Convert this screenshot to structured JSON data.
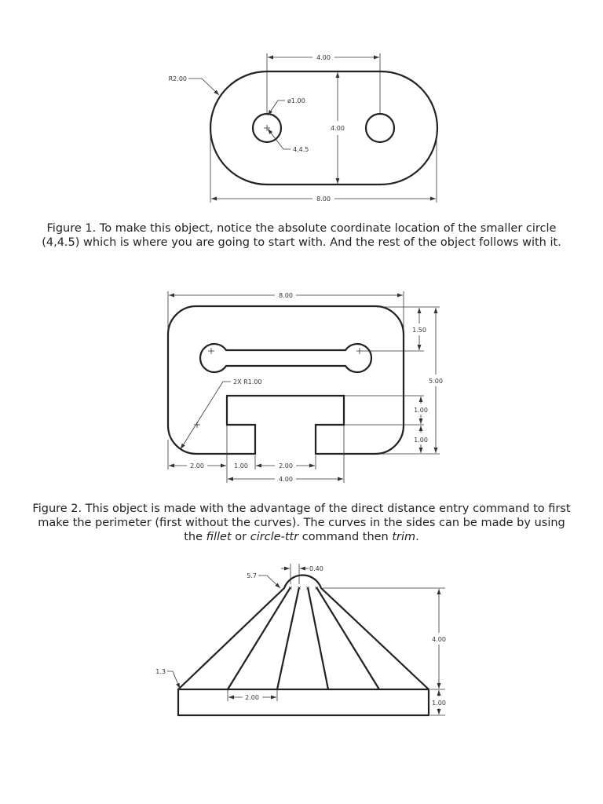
{
  "figure1": {
    "dims": {
      "top_width": "4.00",
      "radius": "R2.00",
      "hole_diameter": "ø1.00",
      "height": "4.00",
      "hole_center": "4,4.5",
      "total_width": "8.00"
    },
    "caption": "Figure 1. To make this object, notice the absolute coordinate location of the smaller circle (4,4.5) which is where you are going to start with. And the rest of the object follows with it."
  },
  "figure2": {
    "dims": {
      "total_width": "8.00",
      "slot_offset": "1.50",
      "fillet": "2X R1.00",
      "total_height": "5.00",
      "tee_upper": "1.00",
      "tee_lower": "1.00",
      "left_offset": "2.00",
      "stem_offset": "1.00",
      "stem_width": "2.00",
      "tee_width": "4.00"
    },
    "caption_parts": {
      "before": "Figure 2. This object is made with the advantage of the direct distance entry command to first make the perimeter (first without the curves). The curves in the sides can be made by using the ",
      "fillet": "fillet",
      "or": " or ",
      "circle_ttr": "circle-ttr",
      "then": " command then ",
      "trim": "trim",
      "end": "."
    }
  },
  "figure3": {
    "dims": {
      "top_spacing": "0.40",
      "top_radius": "5.7",
      "height": "4.00",
      "left_value": "1.3",
      "bottom_spacing": "2.00",
      "base_height": "1.00"
    }
  }
}
